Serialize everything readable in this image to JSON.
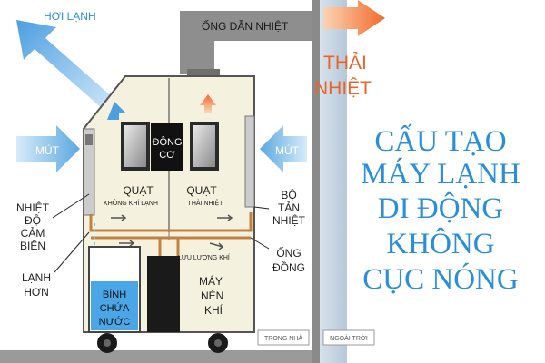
{
  "colors": {
    "cold_air": "#5aa8e0",
    "hot_air": "#f47a3c",
    "title": "#2a8fd8",
    "case": "#f4f1df",
    "wall": "#c8d6e4",
    "duct": "#8e8e8e",
    "pipe": "#c4813d"
  },
  "labels": {
    "cold_air": "HƠI LẠNH",
    "duct": "ỐNG DẪN NHIỆT",
    "heat_out_1": "THẢI",
    "heat_out_2": "NHIỆT",
    "foam_left": "MÚT",
    "foam_right": "MÚT",
    "motor_1": "ĐỘNG",
    "motor_2": "CƠ",
    "fan_cold_1": "QUẠT",
    "fan_cold_2": "KHÔNG KHÍ LẠNH",
    "fan_heat_1": "QUẠT",
    "fan_heat_2": "THẢI NHIỆT",
    "sensor_1": "NHIỆT",
    "sensor_2": "ĐỘ",
    "sensor_3": "CẢM",
    "sensor_4": "BIẾN",
    "cold_coil_1": "LẠNH",
    "cold_coil_2": "HƠN",
    "radiator_1": "BỘ",
    "radiator_2": "TẢN",
    "radiator_3": "NHIỆT",
    "airflow": "LƯU LƯỢNG KHÍ",
    "copper_1": "ỐNG",
    "copper_2": "ĐỒNG",
    "tank_1": "BÌNH",
    "tank_2": "CHỨA",
    "tank_3": "NƯỚC",
    "compressor_1": "MÁY",
    "compressor_2": "NÉN",
    "compressor_3": "KHÍ",
    "indoor": "TRONG NHÀ",
    "outdoor": "NGOÀI TRỜI"
  },
  "title_lines": [
    "CẤU TẠO",
    "MÁY LẠNH",
    "DI ĐỘNG",
    "KHÔNG",
    "CỤC NÓNG"
  ]
}
